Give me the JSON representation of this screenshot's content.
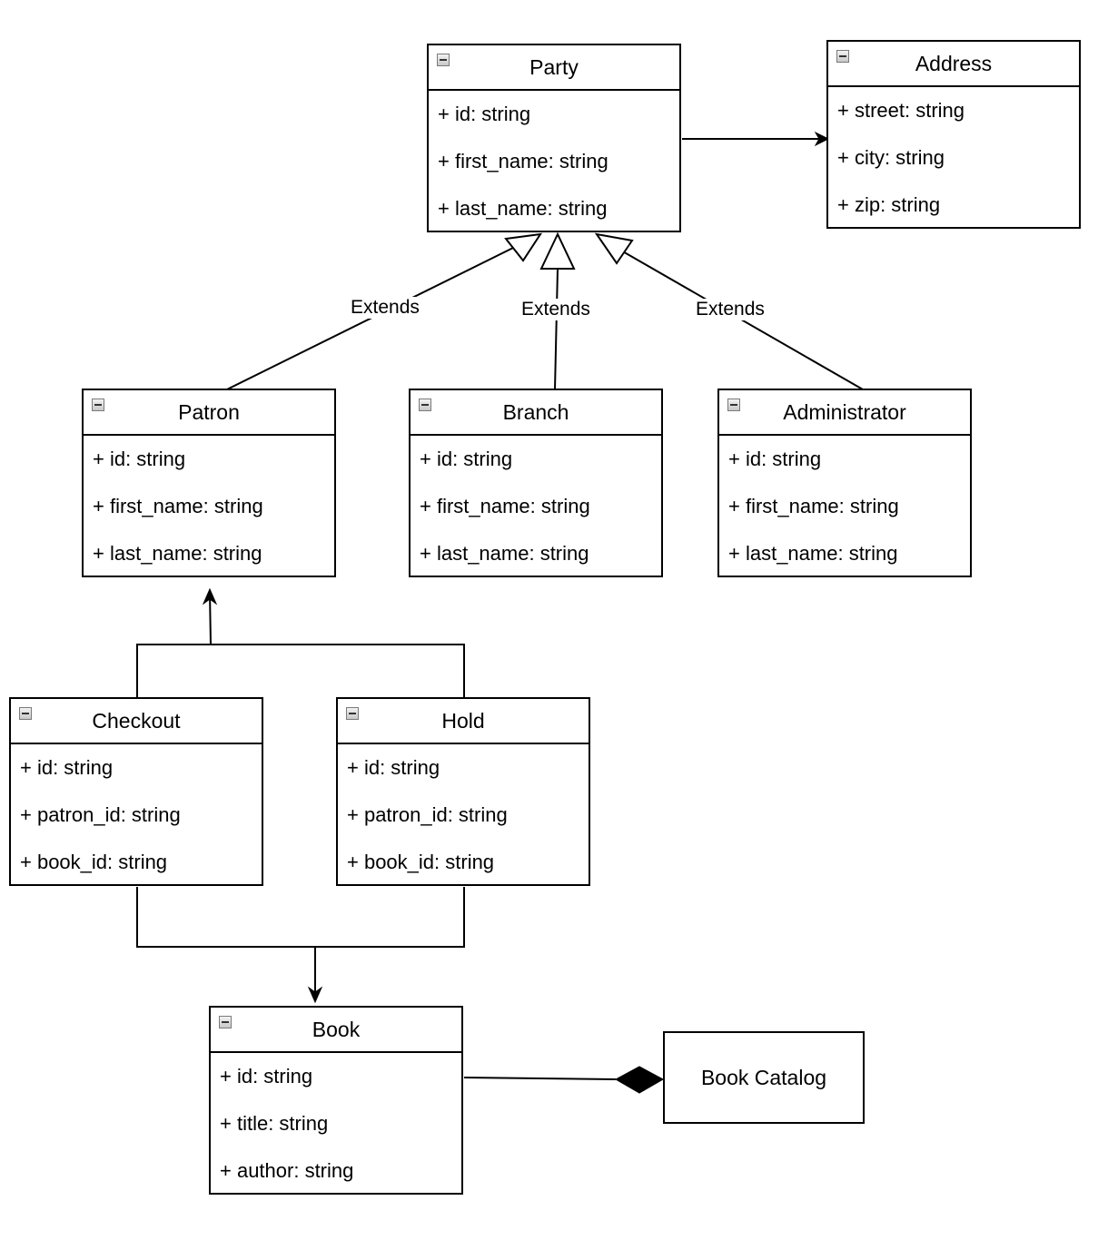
{
  "classes": {
    "party": {
      "name": "Party",
      "attributes": [
        "+ id: string",
        "+ first_name: string",
        "+ last_name: string"
      ]
    },
    "address": {
      "name": "Address",
      "attributes": [
        "+ street: string",
        "+ city: string",
        "+ zip: string"
      ]
    },
    "patron": {
      "name": "Patron",
      "attributes": [
        "+ id: string",
        "+ first_name: string",
        "+ last_name: string"
      ]
    },
    "branch": {
      "name": "Branch",
      "attributes": [
        "+ id: string",
        "+ first_name: string",
        "+ last_name: string"
      ]
    },
    "administrator": {
      "name": "Administrator",
      "attributes": [
        "+ id: string",
        "+ first_name: string",
        "+ last_name: string"
      ]
    },
    "checkout": {
      "name": "Checkout",
      "attributes": [
        "+ id: string",
        "+ patron_id: string",
        "+ book_id: string"
      ]
    },
    "hold": {
      "name": "Hold",
      "attributes": [
        "+ id: string",
        "+ patron_id: string",
        "+ book_id: string"
      ]
    },
    "book": {
      "name": "Book",
      "attributes": [
        "+ id: string",
        "+ title: string",
        "+ author: string"
      ]
    }
  },
  "book_catalog": {
    "name": "Book Catalog"
  },
  "edge_labels": {
    "patron_extends": "Extends",
    "branch_extends": "Extends",
    "administrator_extends": "Extends"
  }
}
